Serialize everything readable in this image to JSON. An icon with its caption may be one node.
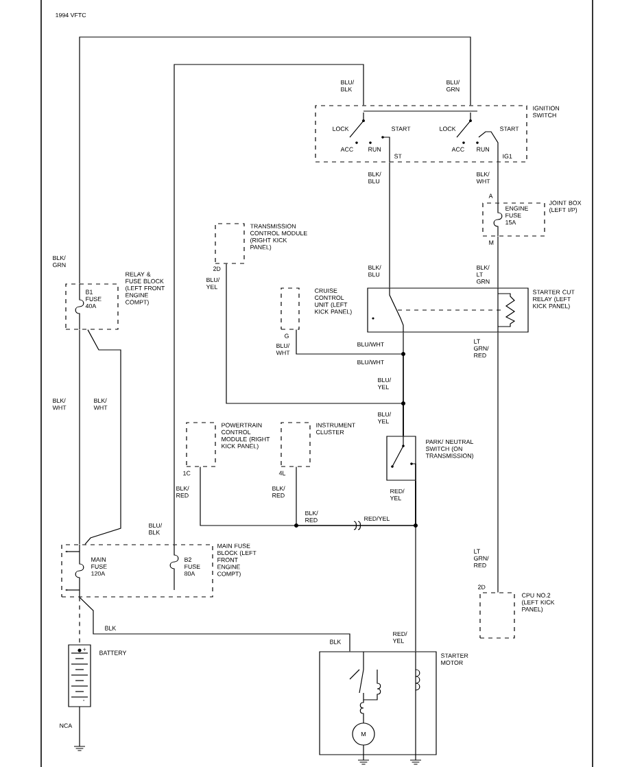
{
  "diagram": {
    "title": "1994 VFTC",
    "nodes": [
      {
        "text": [
          "IGNITION SWITCH"
        ]
      },
      {
        "text": [
          "ENGINE FUSE 15A",
          "JOINT BOX (LEFT I/P)"
        ]
      },
      {
        "text": [
          "TRANSMISSION CONTROL MODULE (RIGHT KICK PANEL)"
        ]
      },
      {
        "text": [
          "B1 FUSE 40A",
          "RELAY & FUSE BLOCK (LEFT FRONT ENGINE COMPT)"
        ]
      },
      {
        "text": [
          "CRUISE CONTROL UNIT (LEFT KICK PANEL)"
        ]
      },
      {
        "text": [
          "STARTER CUT RELAY (LEFT KICK PANEL)"
        ]
      },
      {
        "text": [
          "POWERTRAIN CONTROL MODULE (RIGHT KICK PANEL)"
        ]
      },
      {
        "text": [
          "INSTRUMENT CLUSTER"
        ]
      },
      {
        "text": [
          "PARK/ NEUTRAL SWITCH (ON TRANSMISSION)"
        ]
      },
      {
        "text": [
          "MAIN FUSE 120A",
          "B2 FUSE 80A",
          "MAIN FUSE BLOCK (LEFT FRONT ENGINE COMPT)"
        ]
      },
      {
        "text": [
          "CPU NO.2 (LEFT KICK PANEL)"
        ]
      },
      {
        "text": [
          "BATTERY"
        ]
      },
      {
        "text": [
          "STARTER MOTOR"
        ]
      }
    ],
    "edges": [
      {
        "from": 0,
        "to": 9,
        "arrow": "none"
      },
      {
        "from": 0,
        "to": 3,
        "arrow": "none"
      },
      {
        "from": 0,
        "to": 5,
        "arrow": "none"
      },
      {
        "from": 0,
        "to": 1,
        "arrow": "none"
      },
      {
        "from": 1,
        "to": 5,
        "arrow": "none"
      },
      {
        "from": 5,
        "to": 8,
        "arrow": "none"
      },
      {
        "from": 2,
        "to": 8,
        "arrow": "none"
      },
      {
        "from": 4,
        "to": 8,
        "arrow": "none"
      },
      {
        "from": 5,
        "to": 10,
        "arrow": "none"
      },
      {
        "from": 3,
        "to": 9,
        "arrow": "none"
      },
      {
        "from": 3,
        "to": 9,
        "arrow": "none"
      },
      {
        "from": 6,
        "to": 8,
        "arrow": "none"
      },
      {
        "from": 7,
        "to": 8,
        "arrow": "none"
      },
      {
        "from": 8,
        "to": 12,
        "arrow": "none"
      },
      {
        "from": 9,
        "to": 11,
        "arrow": "none",
        "style": "dashed"
      },
      {
        "from": 9,
        "to": 12,
        "arrow": "none"
      }
    ],
    "labels": [
      "LOCK",
      "ACC",
      "RUN",
      "START",
      "ST",
      "LOCK",
      "ACC",
      "RUN",
      "START",
      "IG1",
      "BLU/ BLK",
      "BLU/ GRN",
      "BLK/ BLU",
      "BLK/ WHT",
      "A",
      "M",
      "BLK/ LT GRN",
      "BLK/ BLU",
      "BLK/ GRN",
      "2D",
      "BLU/ YEL",
      "G",
      "BLU/ WHT",
      "BLU/WHT",
      "BLU/WHT",
      "LT GRN/ RED",
      "BLU/ YEL",
      "BLU/ YEL",
      "BLK/ WHT",
      "BLK/ WHT",
      "1C",
      "BLK/ RED",
      "4L",
      "BLK/ RED",
      "RED/ YEL",
      "BLK/ RED",
      "RED/YEL",
      "BLU/ BLK",
      "LT GRN/ RED",
      "2D",
      "BLK",
      "BLK",
      "RED/ YEL",
      "+",
      "-",
      "NCA",
      "M"
    ]
  }
}
